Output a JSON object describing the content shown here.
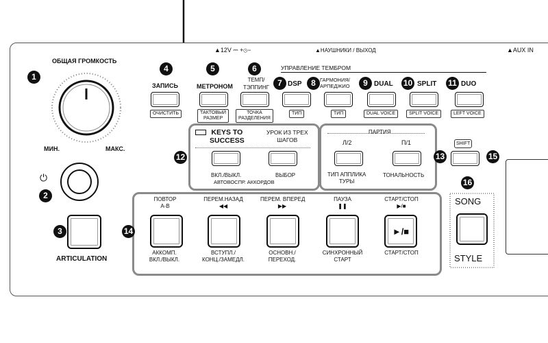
{
  "jacks": {
    "power": "▲12V ⎓ +⊙−",
    "phones": "▲НАУШНИКИ / ВЫХОД",
    "aux": "▲AUX IN"
  },
  "volume": {
    "title": "ОБЩАЯ ГРОМКОСТЬ",
    "min": "МИН.",
    "max": "МАКС.",
    "num": "1"
  },
  "power_num": "2",
  "standby_icon": "⏻",
  "articulation": {
    "label": "ARTICULATION",
    "num": "3"
  },
  "rec": {
    "num": "4",
    "label": "ЗАПИСЬ",
    "sub": "ОЧИСТИТЬ"
  },
  "metronome": {
    "num": "5",
    "label": "МЕТРОНОМ",
    "sub1": "ТАКТОВЫЙ",
    "sub2": "РАЗМЕР"
  },
  "tempo": {
    "num": "6",
    "label1": "ТЕМП/",
    "label2": "ТЭППИНГ",
    "sub1": "ТОЧКА",
    "sub2": "РАЗДЕЛЕНИЯ"
  },
  "voice_control": "УПРАВЛЕНИЕ ТЕМБРОМ",
  "dsp": {
    "num": "7",
    "label": "DSP",
    "sub": "ТИП"
  },
  "harmony": {
    "num": "8",
    "label1": "ГАРМОНИЯ/",
    "label2": "АРПЕДЖИО",
    "sub": "ТИП"
  },
  "dual": {
    "num": "9",
    "label": "DUAL",
    "sub": "DUAL VOICE"
  },
  "split": {
    "num": "10",
    "label": "SPLIT",
    "sub": "SPLIT VOICE"
  },
  "duo": {
    "num": "11",
    "label": "DUO",
    "sub": "LEFT VOICE"
  },
  "kts": {
    "num": "12",
    "keys1": "KEYS TO",
    "keys2": "SUCCESS",
    "lesson1": "УРОК ИЗ ТРЕХ",
    "lesson2": "ШАГОВ",
    "bottom1": "ВКЛ./ВЫКЛ.",
    "bottom2": "ВЫБОР",
    "footer": "АВТОВОСПР. АККОРДОВ"
  },
  "part": {
    "num": "13",
    "title": "ПАРТИЯ",
    "l": "Л/2",
    "r": "П/1",
    "b1a": "ТИП АППЛИКА",
    "b1b": "ТУРЫ",
    "b2": "ТОНАЛЬНОСТЬ"
  },
  "shift": {
    "label": "SHIFT",
    "num": "15"
  },
  "songstyle": {
    "num": "16",
    "song": "SONG",
    "style": "STYLE"
  },
  "transport": {
    "num": "14",
    "buttons": [
      {
        "top1": "ПОВТОР",
        "top2": "A-B",
        "bot1": "АККОМП.",
        "bot2": "ВКЛ./ВЫКЛ."
      },
      {
        "top1": "ПЕРЕМ.НАЗАД",
        "top2": "◀◀",
        "bot1": "ВСТУПЛ./",
        "bot2": "КОНЦ./ЗАМЕДЛ."
      },
      {
        "top1": "ПЕРЕМ. ВПЕРЕД",
        "top2": "▶▶",
        "bot1": "ОСНОВН./",
        "bot2": "ПЕРЕХОД."
      },
      {
        "top1": "ПАУЗА",
        "top2": "❚❚",
        "bot1": "СИНХРОННЫЙ",
        "bot2": "СТАРТ"
      },
      {
        "top1": "СТАРТ/СТОП",
        "top2": "▶/■",
        "bot1": "СТАРТ/СТОП",
        "bot2": ""
      }
    ],
    "play_face": "►/■"
  }
}
